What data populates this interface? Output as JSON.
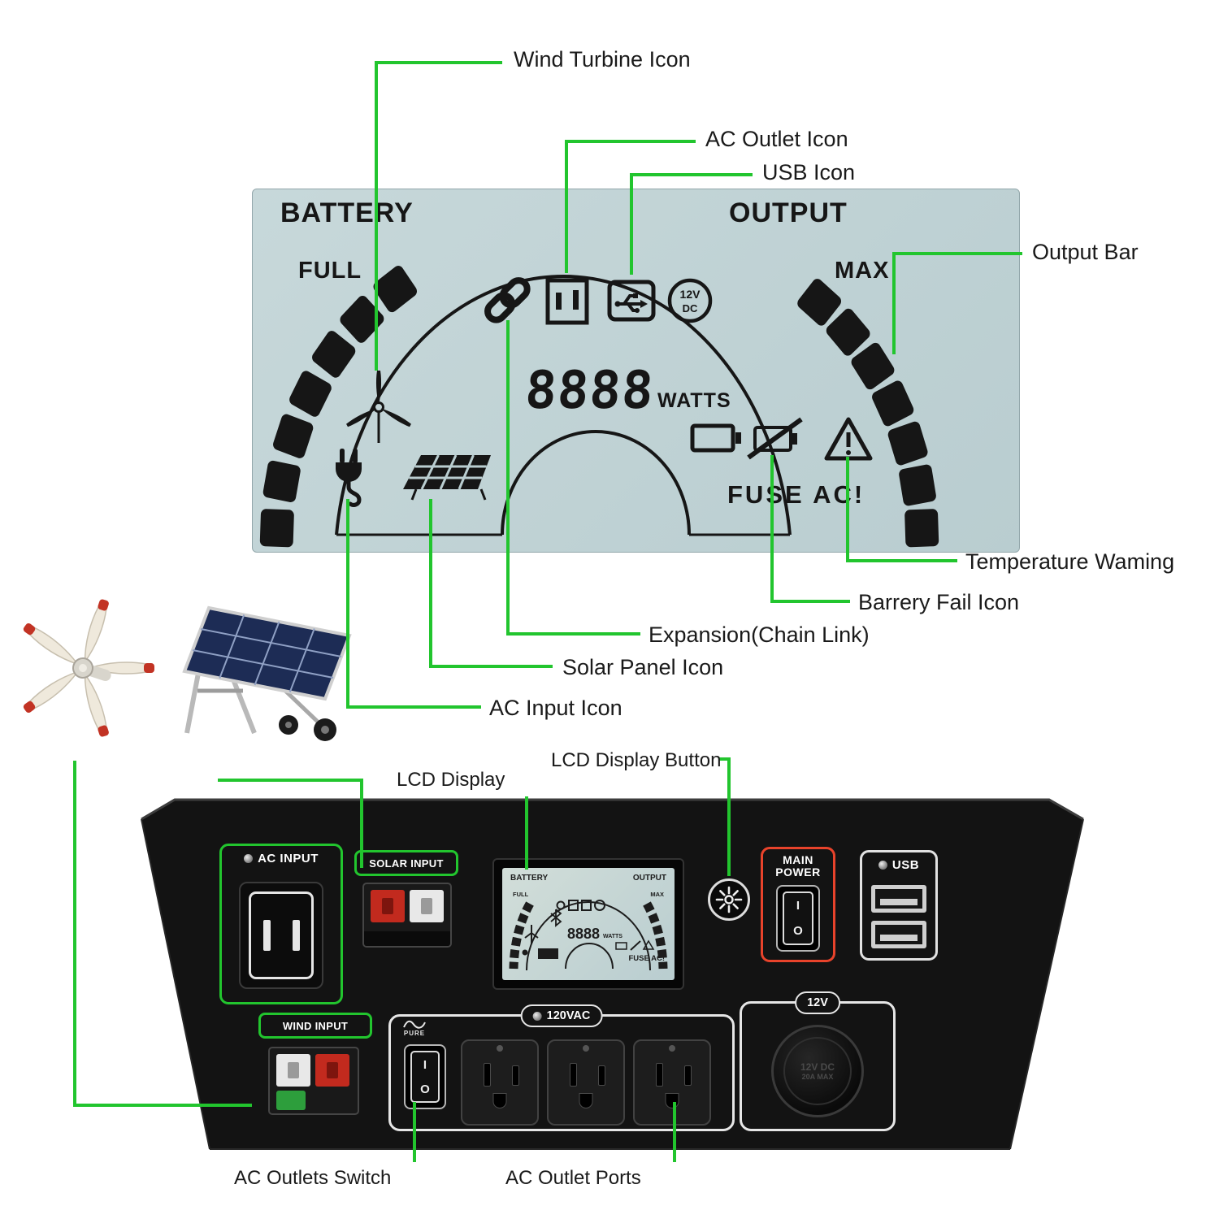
{
  "colors": {
    "callout_green": "#22c52e",
    "main_power_red": "#e8432b",
    "lcd_bg": "#b9cdd0",
    "ink": "#161616"
  },
  "callouts": {
    "wind_turbine_icon": "Wind Turbine Icon",
    "ac_outlet_icon": "AC Outlet Icon",
    "usb_icon": "USB Icon",
    "output_bar": "Output Bar",
    "temperature_warning": "Temperature Waming",
    "battery_fail_icon": "Barrery Fail Icon",
    "expansion_chain_link": "Expansion(Chain Link)",
    "solar_panel_icon": "Solar Panel Icon",
    "ac_input_icon": "AC Input Icon",
    "lcd_display": "LCD Display",
    "lcd_display_button": "LCD Display Button",
    "ac_outlets_switch": "AC Outlets Switch",
    "ac_outlet_ports": "AC Outlet Ports"
  },
  "lcd": {
    "battery": "BATTERY",
    "output": "OUTPUT",
    "full": "FULL",
    "max": "MAX",
    "watts_value": "8888",
    "watts_unit": "WATTS",
    "dc_line1": "12V",
    "dc_line2": "DC",
    "fuse_ac": "FUSE AC!"
  },
  "panel": {
    "ac_input": "AC INPUT",
    "solar_input": "SOLAR INPUT",
    "wind_input": "WIND INPUT",
    "main_power_line1": "MAIN",
    "main_power_line2": "POWER",
    "usb": "USB",
    "vac": "120VAC",
    "pure": "PURE",
    "dc12v": "12V",
    "switch_on": "I",
    "switch_off": "O",
    "dc_socket_line1": "12V DC",
    "dc_socket_line2": "20A MAX",
    "lcd": {
      "battery": "BATTERY",
      "output": "OUTPUT",
      "full": "FULL",
      "max": "MAX",
      "watts_value": "8888",
      "watts_unit": "WATTS",
      "fuse_ac": "FUSE AC!"
    }
  }
}
